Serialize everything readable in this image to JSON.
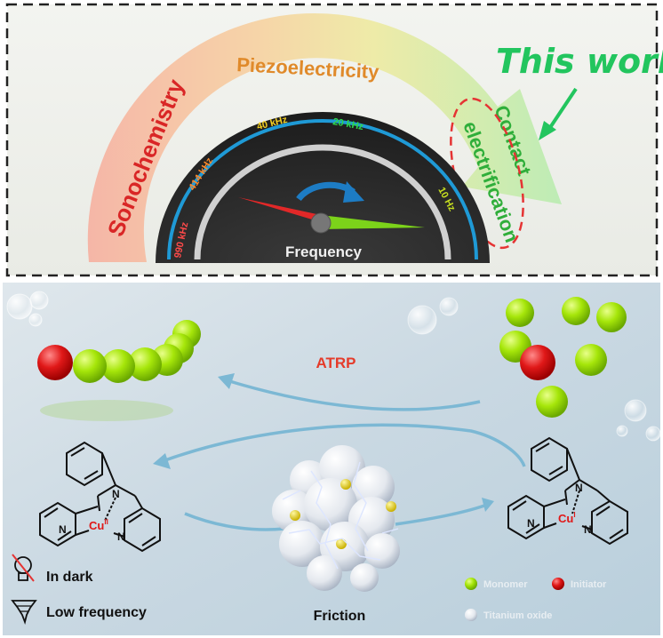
{
  "top_panel": {
    "arc_labels": {
      "sonochemistry": "Sonochemistry",
      "piezoelectricity": "Piezoelectricity",
      "contact": "Contact",
      "electrification": "electrification"
    },
    "this_work": "This work",
    "gauge": {
      "ticks": [
        "990 kHz",
        "414 kHz",
        "40 kHz",
        "20 kHz",
        "10 Hz"
      ],
      "title": "Frequency"
    }
  },
  "bottom_panel": {
    "atrp_label": "ATRP",
    "cu2_label": "Cu",
    "cu2_sup": "II",
    "cu1_label": "Cu",
    "cu1_sup": "I",
    "n_label": "N",
    "friction_label": "Friction",
    "legend": {
      "monomer": "Monomer",
      "initiator": "Initiator",
      "titanium": "Titanium oxide"
    },
    "conditions": {
      "dark": "In dark",
      "low_freq": "Low frequency"
    }
  },
  "colors": {
    "monomer": "#9be000",
    "initiator": "#e01818",
    "atrp": "#e53b2a",
    "this_work": "#22c55e",
    "arrow_blue": "#7cb8d4"
  }
}
